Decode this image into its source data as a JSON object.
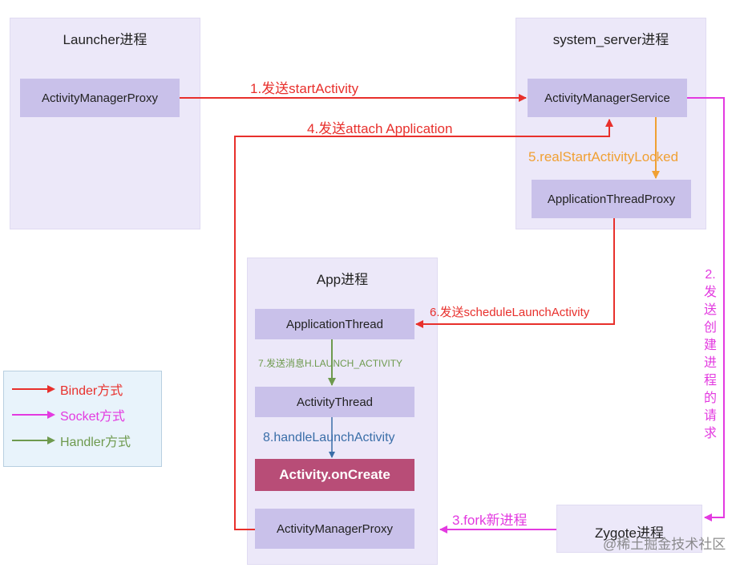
{
  "panels": {
    "launcher": {
      "title": "Launcher进程",
      "box": "ActivityManagerProxy"
    },
    "system_server": {
      "title": "system_server进程",
      "ams": "ActivityManagerService",
      "atp": "ApplicationThreadProxy"
    },
    "app": {
      "title": "App进程",
      "application_thread": "ApplicationThread",
      "activity_thread": "ActivityThread",
      "on_create": "Activity.onCreate",
      "amp": "ActivityManagerProxy"
    },
    "zygote": {
      "title": "Zygote进程"
    }
  },
  "edges": {
    "e1": "1.发送startActivity",
    "e2": "2.发送创建进程的请求",
    "e3": "3.fork新进程",
    "e4": "4.发送attach Application",
    "e5": "5.realStartActivityLocked",
    "e6": "6.发送scheduleLaunchActivity",
    "e7": "7.发送消息H.LAUNCH_ACTIVITY",
    "e8": "8.handleLaunchActivity"
  },
  "legend": {
    "binder": "Binder方式",
    "socket": "Socket方式",
    "handler": "Handler方式"
  },
  "colors": {
    "binder": "#e8302c",
    "socket": "#e33ae0",
    "handler": "#6e9a4e",
    "orange": "#f0a033",
    "blue": "#3a6ea8"
  },
  "watermark": "@稀土掘金技术社区"
}
